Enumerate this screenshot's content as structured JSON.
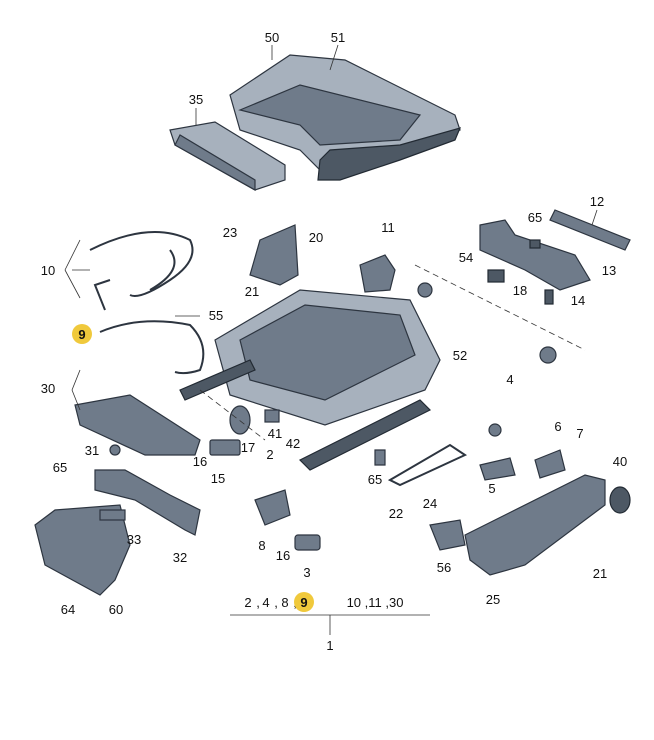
{
  "diagram": {
    "highlight_color": "#f0c93c",
    "part_color": "#6f7b8a",
    "callouts": {
      "c50": "50",
      "c51": "51",
      "c35": "35",
      "c12": "12",
      "c65a": "65",
      "c54": "54",
      "c13": "13",
      "c18": "18",
      "c14": "14",
      "c11": "11",
      "c20": "20",
      "c23": "23",
      "c21a": "21",
      "c10": "10",
      "c9": "9",
      "c55": "55",
      "c30": "30",
      "c31": "31",
      "c16a": "16",
      "c15": "15",
      "c17": "17",
      "c41": "41",
      "c42": "42",
      "c52": "52",
      "c4": "4",
      "c6": "6",
      "c7": "7",
      "c5": "5",
      "c40": "40",
      "c65b": "65",
      "c22": "22",
      "c24": "24",
      "c56": "56",
      "c25": "25",
      "c21b": "21",
      "c65c": "65",
      "c60": "60",
      "c64": "64",
      "c33": "33",
      "c32": "32",
      "c2": "2",
      "c8": "8",
      "c16b": "16",
      "c3": "3"
    },
    "group_left": {
      "a": "2",
      "b": "4",
      "c": "8",
      "d": "9"
    },
    "group_right": "10 ,11 ,30",
    "sep": ",",
    "assembly": "1"
  }
}
